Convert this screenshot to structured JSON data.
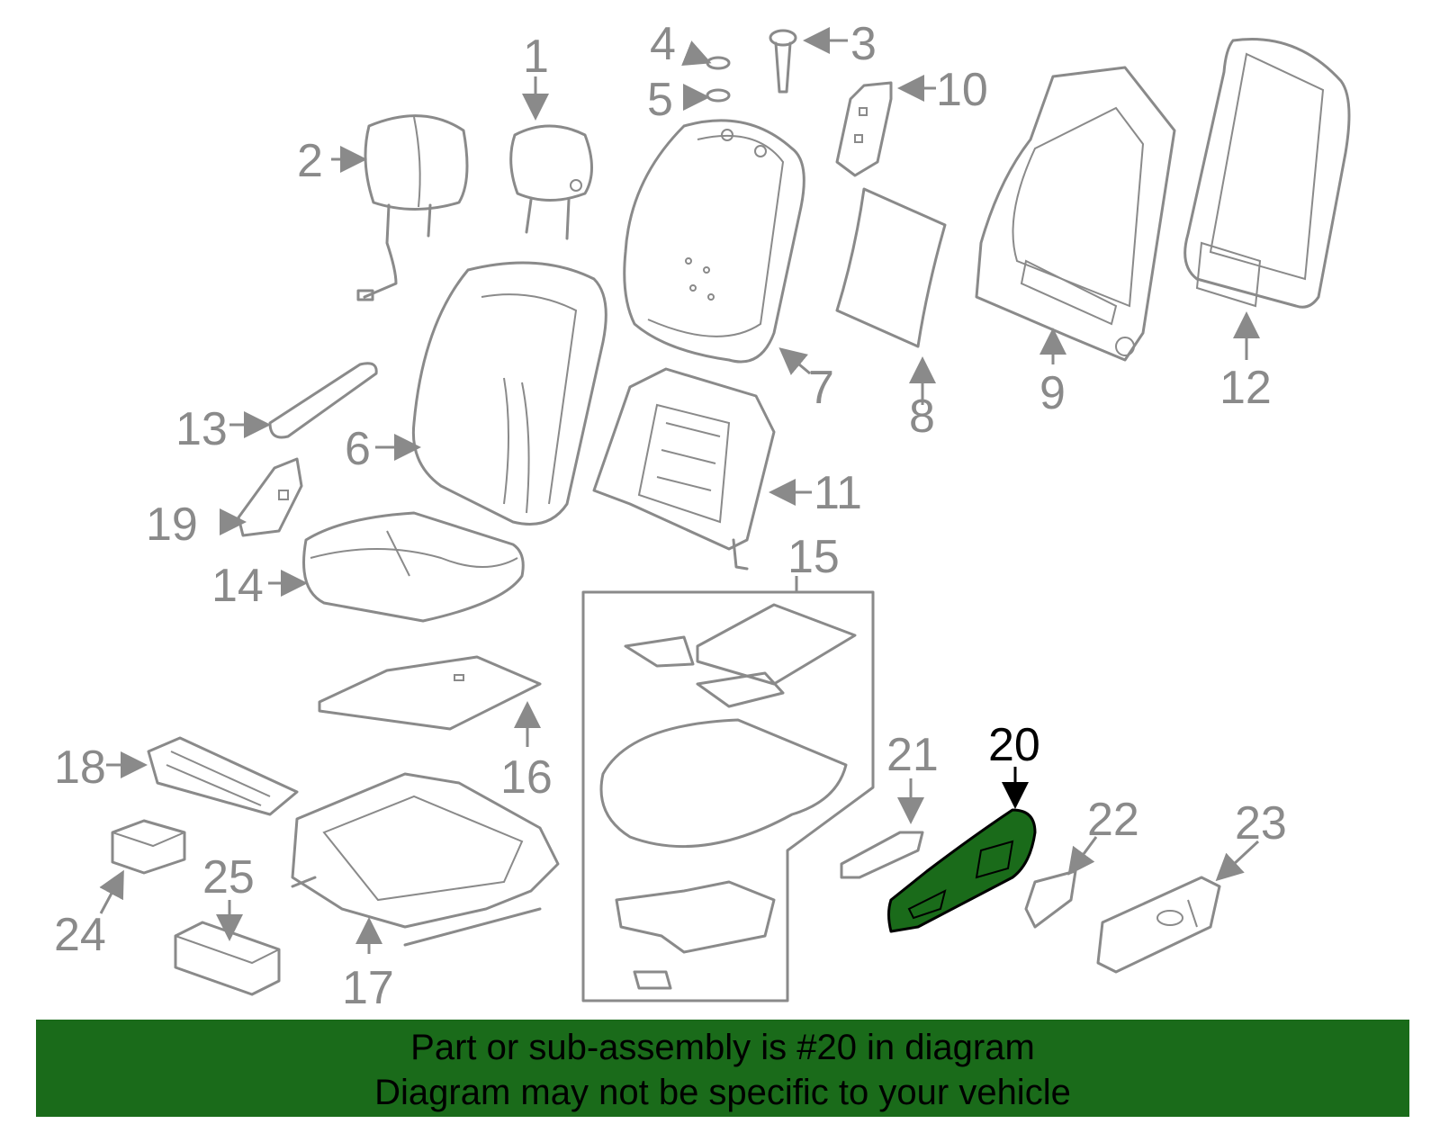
{
  "colors": {
    "line_art": "#8a8a8a",
    "highlight": "#1a6b1a",
    "banner": "#1a6b1a",
    "highlight_text": "#000000"
  },
  "callouts": {
    "c1": "1",
    "c2": "2",
    "c3": "3",
    "c4": "4",
    "c5": "5",
    "c6": "6",
    "c7": "7",
    "c8": "8",
    "c9": "9",
    "c10": "10",
    "c11": "11",
    "c12": "12",
    "c13": "13",
    "c14": "14",
    "c15": "15",
    "c16": "16",
    "c17": "17",
    "c18": "18",
    "c19": "19",
    "c20": "20",
    "c21": "21",
    "c22": "22",
    "c23": "23",
    "c24": "24",
    "c25": "25"
  },
  "banner": {
    "line1": "Part or sub-assembly is #20 in diagram",
    "line2": "Diagram may not be specific to your vehicle"
  }
}
